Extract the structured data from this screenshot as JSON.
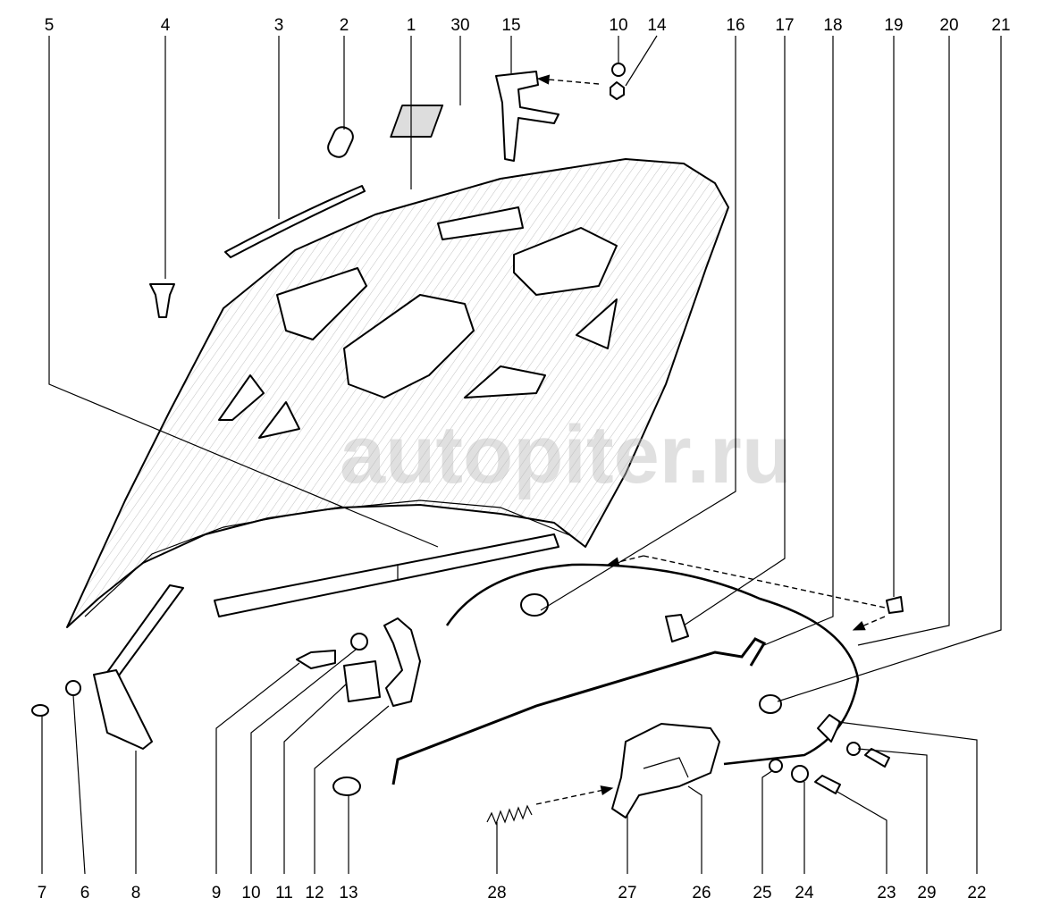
{
  "title": "Hood assembly exploded view",
  "watermark": "autopiter.ru",
  "labels_top": [
    "5",
    "4",
    "3",
    "2",
    "1",
    "30",
    "15",
    "10",
    "14",
    "16",
    "17",
    "18",
    "19",
    "20",
    "21"
  ],
  "labels_bottom": [
    "7",
    "6",
    "8",
    "9",
    "10",
    "11",
    "12",
    "13",
    "28",
    "27",
    "26",
    "25",
    "24",
    "23",
    "29",
    "22"
  ]
}
